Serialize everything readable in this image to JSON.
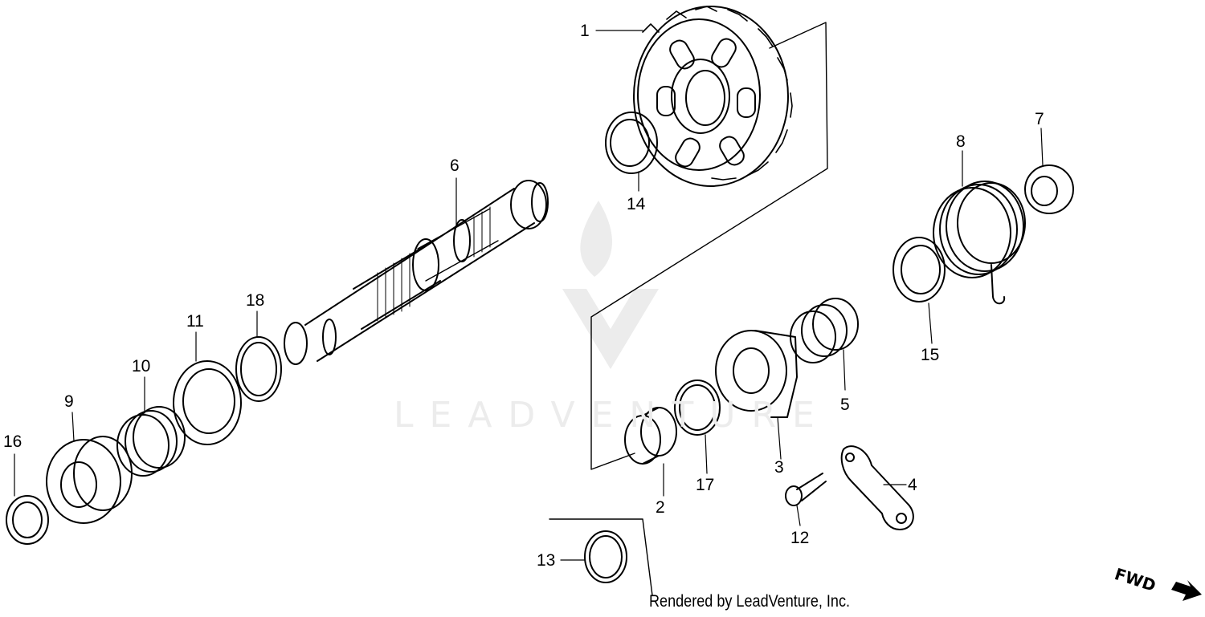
{
  "callouts": [
    {
      "id": "1",
      "text": "1"
    },
    {
      "id": "2",
      "text": "2"
    },
    {
      "id": "3",
      "text": "3"
    },
    {
      "id": "4",
      "text": "4"
    },
    {
      "id": "5",
      "text": "5"
    },
    {
      "id": "6",
      "text": "6"
    },
    {
      "id": "7",
      "text": "7"
    },
    {
      "id": "8",
      "text": "8"
    },
    {
      "id": "9",
      "text": "9"
    },
    {
      "id": "10",
      "text": "10"
    },
    {
      "id": "11",
      "text": "11"
    },
    {
      "id": "12",
      "text": "12"
    },
    {
      "id": "13",
      "text": "13"
    },
    {
      "id": "14",
      "text": "14"
    },
    {
      "id": "15",
      "text": "15"
    },
    {
      "id": "16",
      "text": "16"
    },
    {
      "id": "17",
      "text": "17"
    },
    {
      "id": "18",
      "text": "18"
    }
  ],
  "credit": "Rendered by LeadVenture, Inc.",
  "watermark": "LEADVENTURE",
  "direction_marker": "FWD",
  "colors": {
    "line": "#000000",
    "watermark": "#e6e6e6",
    "background": "#ffffff"
  }
}
